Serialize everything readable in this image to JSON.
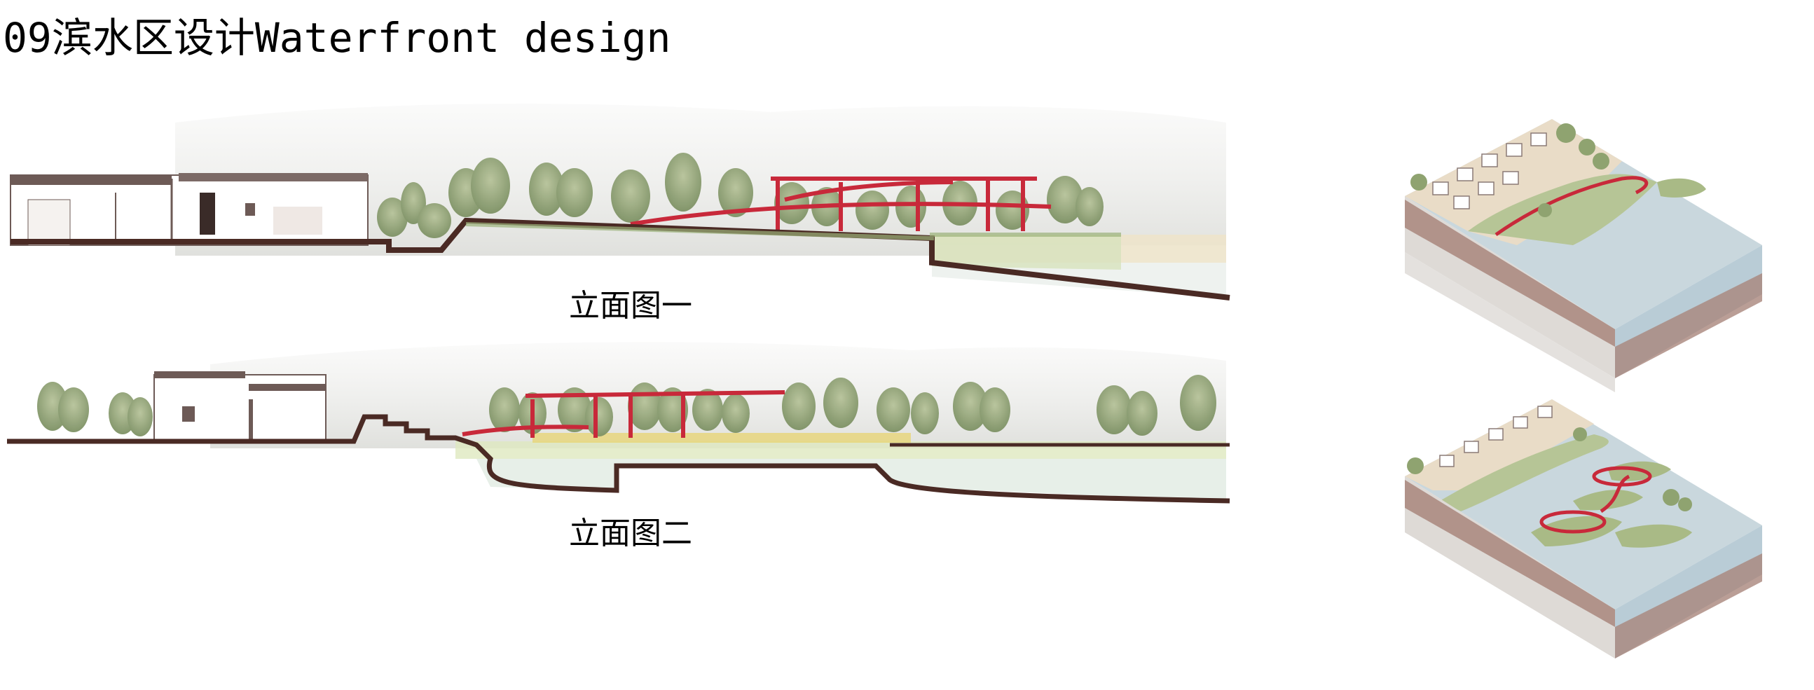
{
  "title": "09滨水区设计Waterfront design",
  "elevations": [
    {
      "caption": "立面图一"
    },
    {
      "caption": "立面图二"
    }
  ],
  "colors": {
    "accent_red": "#c8293a",
    "ground_line": "#4a2a24",
    "water": "#b9ccd6",
    "soil": "#a9867c",
    "rock": "#dedad6",
    "tree": "#8fa370",
    "building": "#ffffff"
  }
}
